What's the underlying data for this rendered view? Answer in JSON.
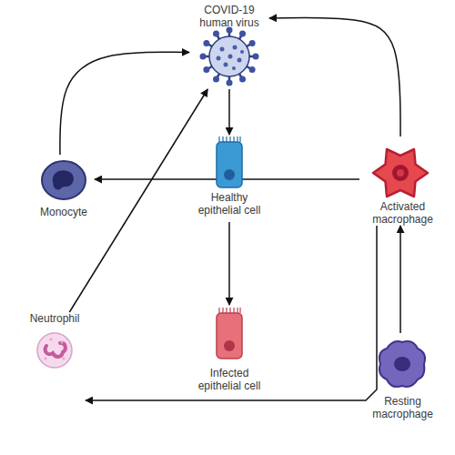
{
  "diagram": {
    "nodes": [
      {
        "text": [
          "COVID-19 human virus"
        ]
      },
      {
        "text": [
          "Monocyte"
        ]
      },
      {
        "text": [
          "Healthy epithelial cell"
        ]
      },
      {
        "text": [
          "Activated macrophage"
        ]
      },
      {
        "text": [
          "Neutrophil"
        ]
      },
      {
        "text": [
          "Infected epithelial cell"
        ]
      },
      {
        "text": [
          "Resting macrophage"
        ]
      }
    ],
    "edges": [
      {
        "from": 1,
        "to": 0,
        "arrow": "to"
      },
      {
        "from": 3,
        "to": 0,
        "arrow": "to"
      },
      {
        "from": 3,
        "to": 1,
        "arrow": "to"
      },
      {
        "from": 0,
        "to": 2,
        "arrow": "to"
      },
      {
        "from": 2,
        "to": 5,
        "arrow": "to"
      },
      {
        "from": 4,
        "to": 0,
        "arrow": "to"
      },
      {
        "from": 3,
        "to": 4,
        "arrow": "to"
      },
      {
        "from": 6,
        "to": 3,
        "arrow": "to"
      }
    ]
  }
}
